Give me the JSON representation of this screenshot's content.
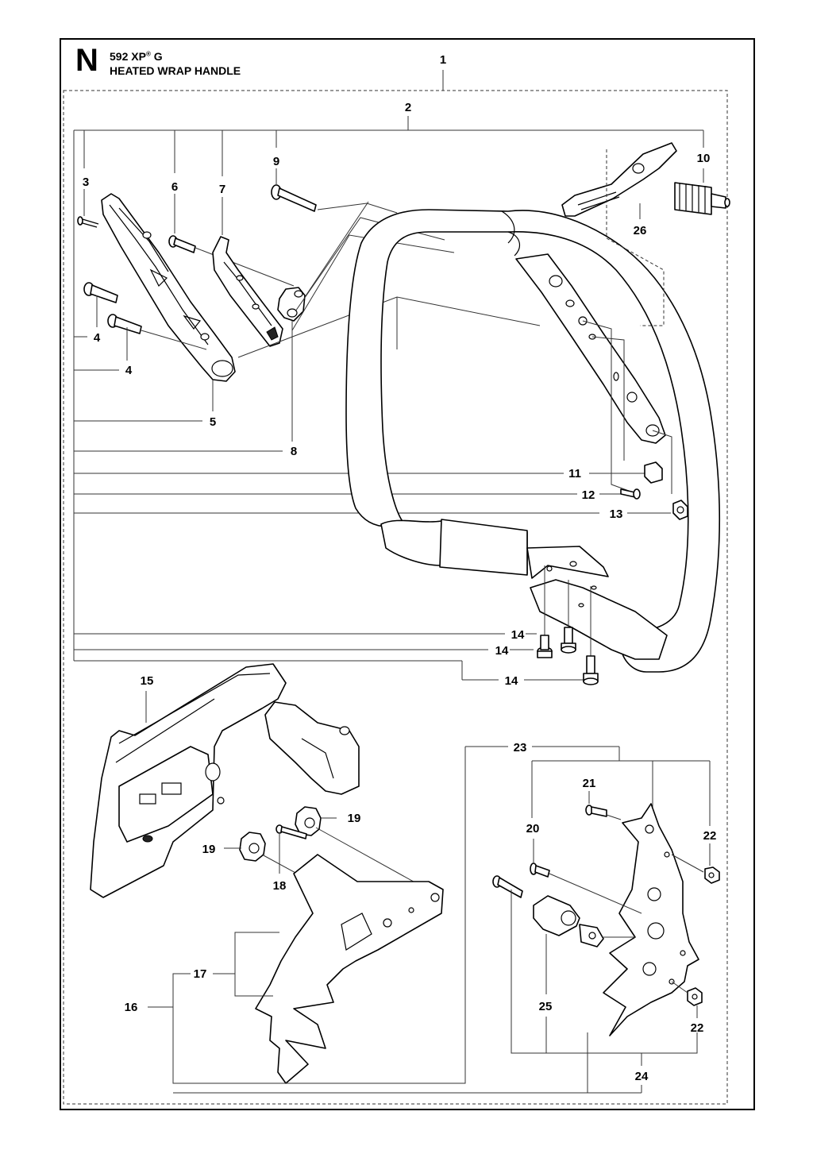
{
  "header": {
    "section_letter": "N",
    "model": "592 XP",
    "model_mark": "®",
    "model_suffix": "G",
    "title": "HEATED WRAP HANDLE"
  },
  "callouts": {
    "c1": "1",
    "c2": "2",
    "c3": "3",
    "c4a": "4",
    "c4b": "4",
    "c5": "5",
    "c6": "6",
    "c7": "7",
    "c8": "8",
    "c9": "9",
    "c10": "10",
    "c11": "11",
    "c12": "12",
    "c13": "13",
    "c14a": "14",
    "c14b": "14",
    "c14c": "14",
    "c15": "15",
    "c16": "16",
    "c17": "17",
    "c18": "18",
    "c19a": "19",
    "c19b": "19",
    "c20": "20",
    "c21": "21",
    "c22a": "22",
    "c22b": "22",
    "c23": "23",
    "c24": "24",
    "c25": "25",
    "c26": "26"
  }
}
